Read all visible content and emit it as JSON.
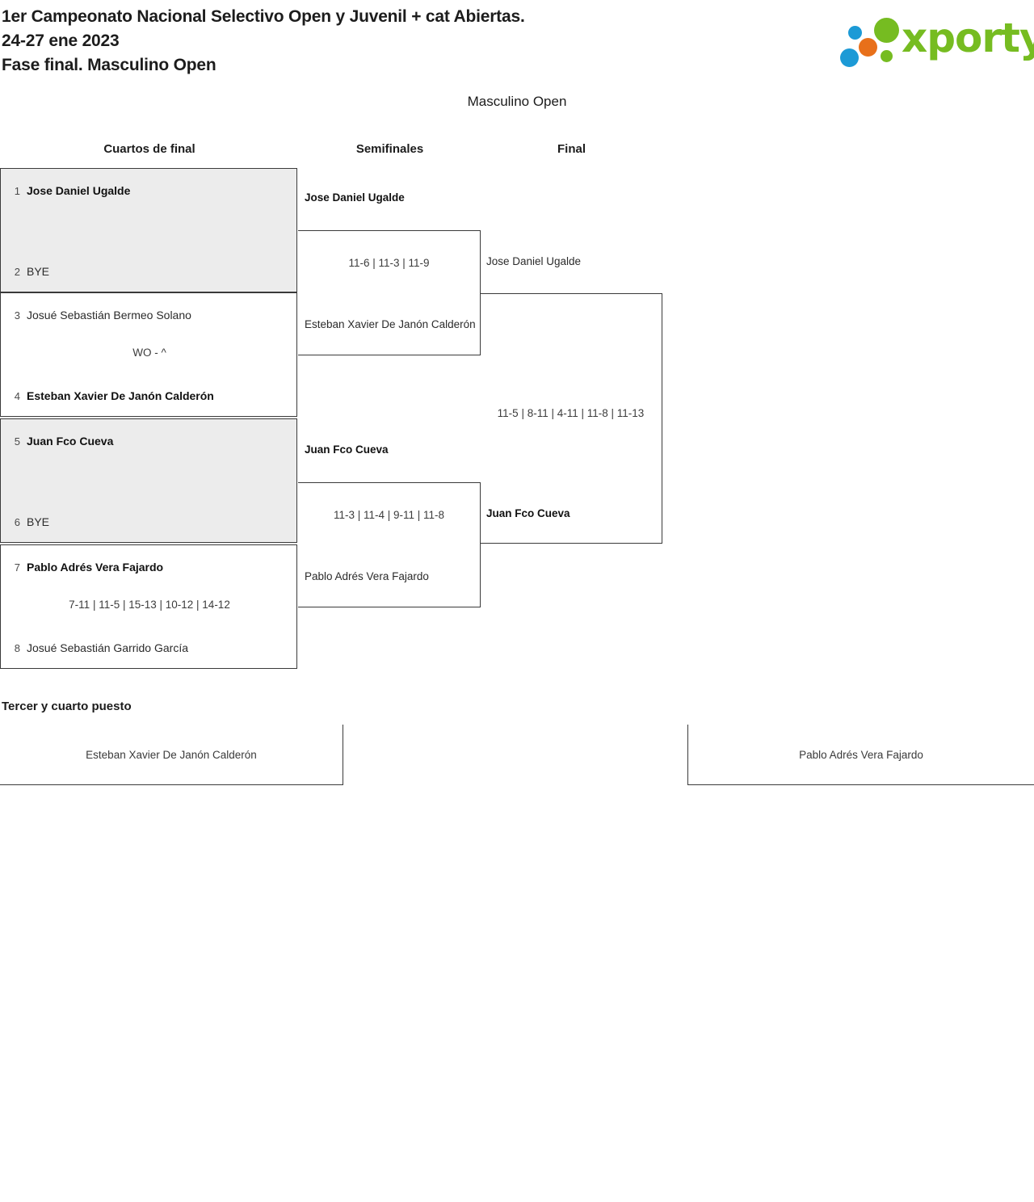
{
  "header": {
    "line1": "1er Campeonato Nacional Selectivo Open y Juvenil + cat Abiertas.",
    "line2": "24-27 ene 2023",
    "line3": "Fase final. Masculino Open",
    "logo_text": "xporty",
    "logo_colors": {
      "green": "#76bc21",
      "blue": "#1c9ad6",
      "orange": "#e8701a",
      "green_dot": "#76bc21"
    }
  },
  "category_title": "Masculino Open",
  "rounds": [
    {
      "label": "Cuartos de final"
    },
    {
      "label": "Semifinales"
    },
    {
      "label": "Final"
    }
  ],
  "bracket": {
    "quarterfinals": [
      {
        "shaded": true,
        "top": {
          "seed": "1",
          "name": "Jose Daniel Ugalde",
          "winner": true
        },
        "bottom": {
          "seed": "2",
          "name": "BYE",
          "winner": false
        },
        "score": ""
      },
      {
        "shaded": false,
        "top": {
          "seed": "3",
          "name": "Josué Sebastián Bermeo Solano",
          "winner": false
        },
        "bottom": {
          "seed": "4",
          "name": "Esteban Xavier De Janón Calderón",
          "winner": true
        },
        "score": "WO - ^"
      },
      {
        "shaded": true,
        "top": {
          "seed": "5",
          "name": "Juan Fco Cueva",
          "winner": true
        },
        "bottom": {
          "seed": "6",
          "name": "BYE",
          "winner": false
        },
        "score": ""
      },
      {
        "shaded": false,
        "top": {
          "seed": "7",
          "name": "Pablo Adrés Vera Fajardo",
          "winner": true
        },
        "bottom": {
          "seed": "8",
          "name": "Josué Sebastián Garrido García",
          "winner": false
        },
        "score": "7-11 | 11-5 | 15-13 | 10-12 | 14-12"
      }
    ],
    "semifinals": [
      {
        "top": {
          "name": "Jose Daniel Ugalde",
          "winner": true
        },
        "bottom": {
          "name": "Esteban Xavier De Janón Calderón",
          "winner": false
        },
        "score": "11-6 | 11-3 | 11-9"
      },
      {
        "top": {
          "name": "Juan Fco Cueva",
          "winner": true
        },
        "bottom": {
          "name": "Pablo Adrés Vera Fajardo",
          "winner": false
        },
        "score": "11-3 | 11-4 | 9-11 | 11-8"
      }
    ],
    "final": {
      "top": {
        "name": "Jose Daniel Ugalde",
        "winner": false
      },
      "bottom": {
        "name": "Juan Fco Cueva",
        "winner": true
      },
      "score": "11-5 | 8-11 | 4-11 | 11-8 | 11-13"
    }
  },
  "third_place": {
    "title": "Tercer y cuarto puesto",
    "left_name": "Esteban Xavier De Janón Calderón",
    "right_name": "Pablo Adrés Vera Fajardo"
  }
}
